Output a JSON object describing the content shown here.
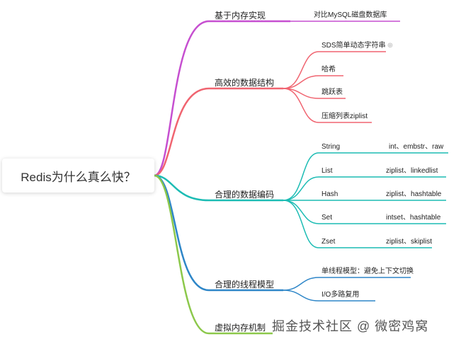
{
  "root": {
    "label": "Redis为什么真么快？"
  },
  "branches": {
    "memory": {
      "label": "基于内存实现",
      "color": "#c64fd0",
      "children": [
        "对比MySQL磁盘数据库"
      ]
    },
    "data_structure": {
      "label": "高效的数据结构",
      "color": "#f06470",
      "children": [
        "SDS简单动态字符串",
        "哈希",
        "跳跃表",
        "压缩列表ziplist"
      ]
    },
    "encoding": {
      "label": "合理的数据编码",
      "color": "#1cbcb4",
      "children": [
        {
          "type": "String",
          "encoding": "int、embstr、raw"
        },
        {
          "type": "List",
          "encoding": "ziplist、linkedlist"
        },
        {
          "type": "Hash",
          "encoding": "ziplist、hashtable"
        },
        {
          "type": "Set",
          "encoding": "intset、hashtable"
        },
        {
          "type": "Zset",
          "encoding": "ziplist、skiplist"
        }
      ]
    },
    "thread": {
      "label": "合理的线程模型",
      "color": "#2e86c8",
      "children": [
        "单线程模型：避免上下文切换",
        "I/O多路复用"
      ]
    },
    "virtual_memory": {
      "label": "虚拟内存机制",
      "color": "#8cc84b",
      "children": []
    }
  },
  "collapse_icon": "plus-circle-icon",
  "watermark": "掘金技术社区 @ 微密鸡窝"
}
